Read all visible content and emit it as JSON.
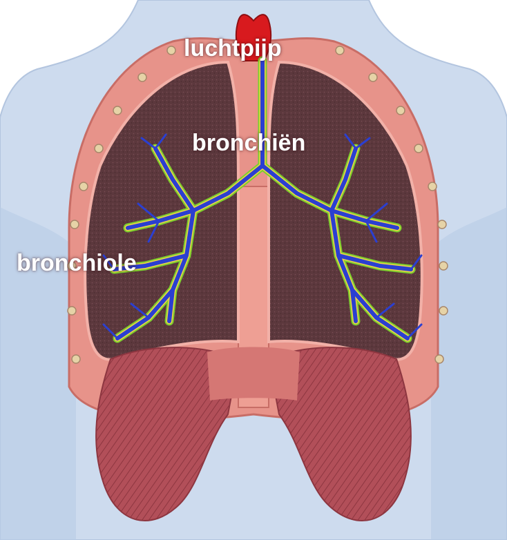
{
  "labels": {
    "trachea": "luchtpijp",
    "bronchi": "bronchiën",
    "bronchiole": "bronchiole"
  },
  "colors": {
    "airway": "#2b3fd1",
    "airway_halo": "#7ccf2e",
    "airway_highlight": "#f2d14a",
    "lung_tissue": "#5e3a3f",
    "pleura": "#e58f84",
    "diaphragm": "#b4505a",
    "body_silhouette": "#c9d8ec",
    "trachea_top": "#d81a1e"
  }
}
